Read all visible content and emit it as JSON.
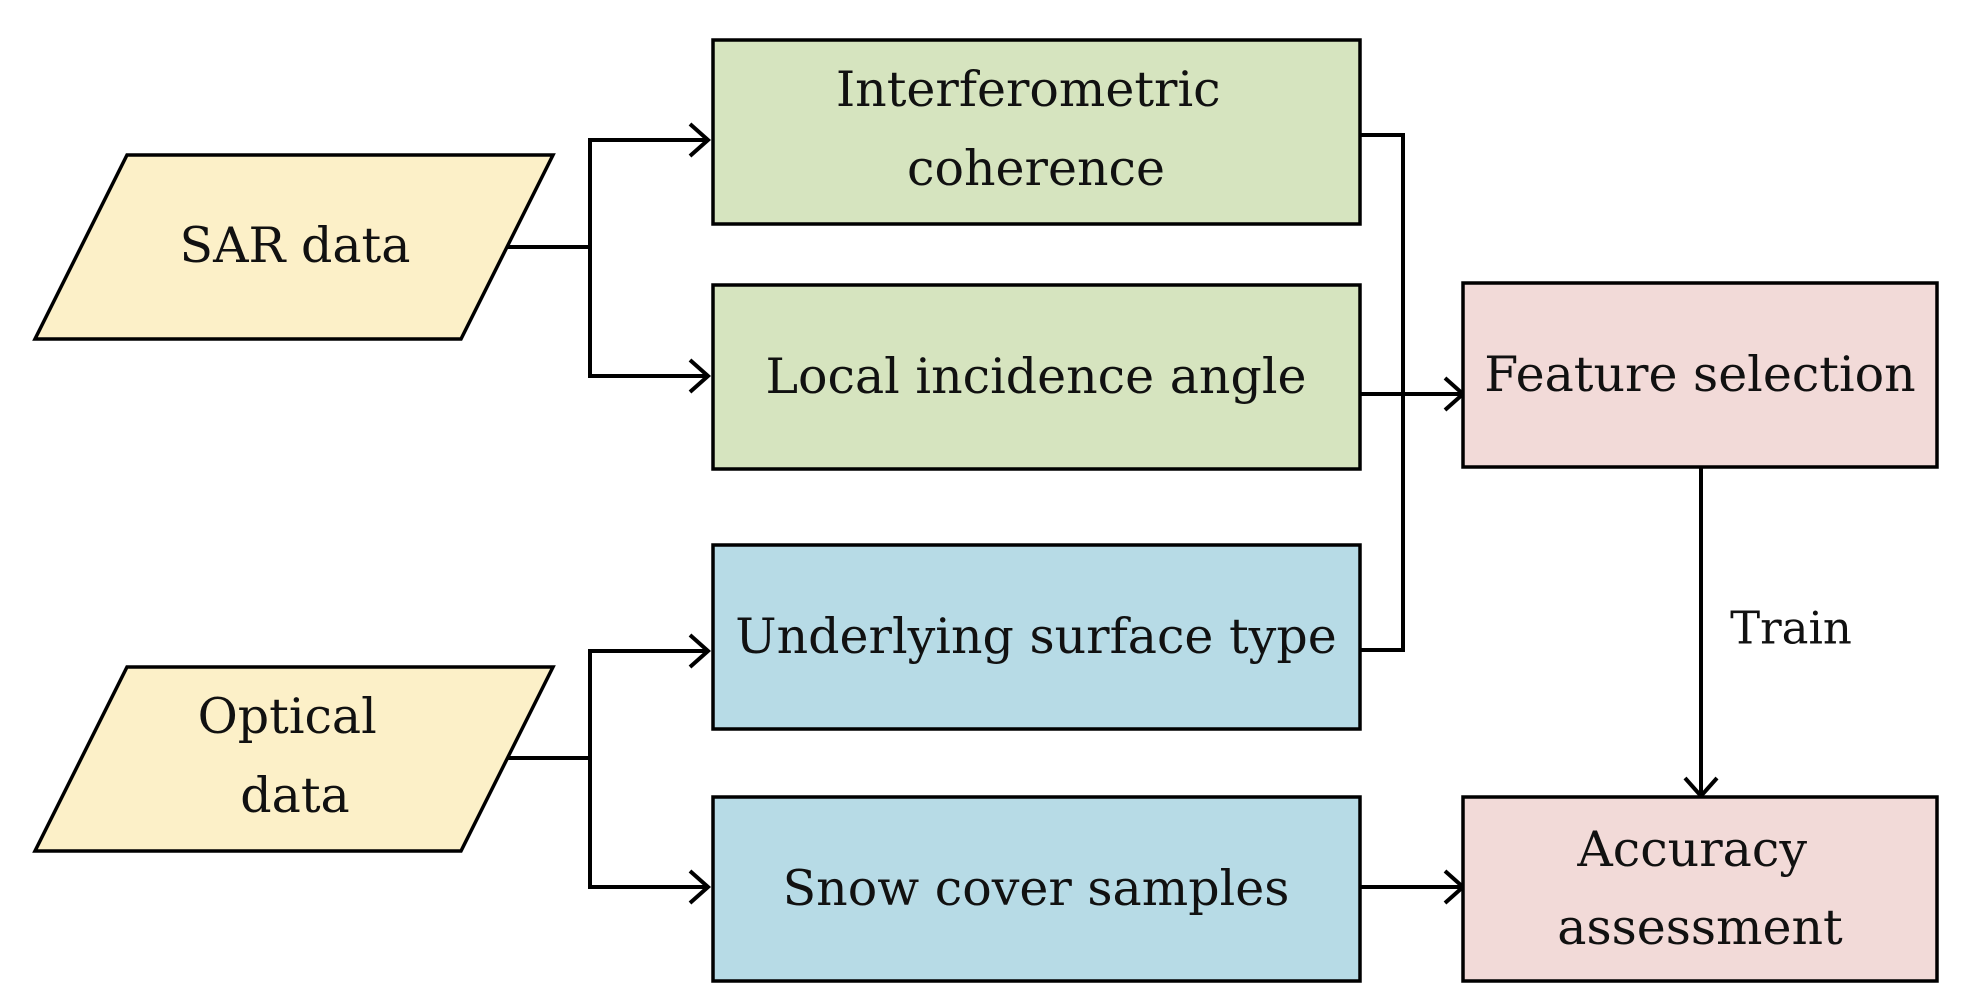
{
  "colors": {
    "input_fill": "#fcf0c8",
    "sar_feature_fill": "#d6e4bf",
    "optical_feature_fill": "#b7dbe6",
    "process_fill": "#f2dad8",
    "stroke": "#000000"
  },
  "nodes": {
    "sar_data": {
      "lines": [
        "SAR data"
      ]
    },
    "optical_data": {
      "lines": [
        "Optical",
        "data"
      ]
    },
    "interferometric_coherence": {
      "lines": [
        "Interferometric",
        "coherence"
      ]
    },
    "local_incidence_angle": {
      "lines": [
        "Local incidence angle"
      ]
    },
    "underlying_surface_type": {
      "lines": [
        "Underlying surface type"
      ]
    },
    "snow_cover_samples": {
      "lines": [
        "Snow cover samples"
      ]
    },
    "feature_selection": {
      "lines": [
        "Feature selection"
      ]
    },
    "accuracy_assessment": {
      "lines": [
        "Accuracy",
        "assessment"
      ]
    }
  },
  "edges": [
    {
      "from": "sar_data",
      "to": "interferometric_coherence"
    },
    {
      "from": "sar_data",
      "to": "local_incidence_angle"
    },
    {
      "from": "optical_data",
      "to": "underlying_surface_type"
    },
    {
      "from": "optical_data",
      "to": "snow_cover_samples"
    },
    {
      "from": "interferometric_coherence",
      "to": "feature_selection"
    },
    {
      "from": "local_incidence_angle",
      "to": "feature_selection"
    },
    {
      "from": "underlying_surface_type",
      "to": "feature_selection"
    },
    {
      "from": "snow_cover_samples",
      "to": "accuracy_assessment"
    },
    {
      "from": "feature_selection",
      "to": "accuracy_assessment",
      "label": "Train"
    }
  ]
}
